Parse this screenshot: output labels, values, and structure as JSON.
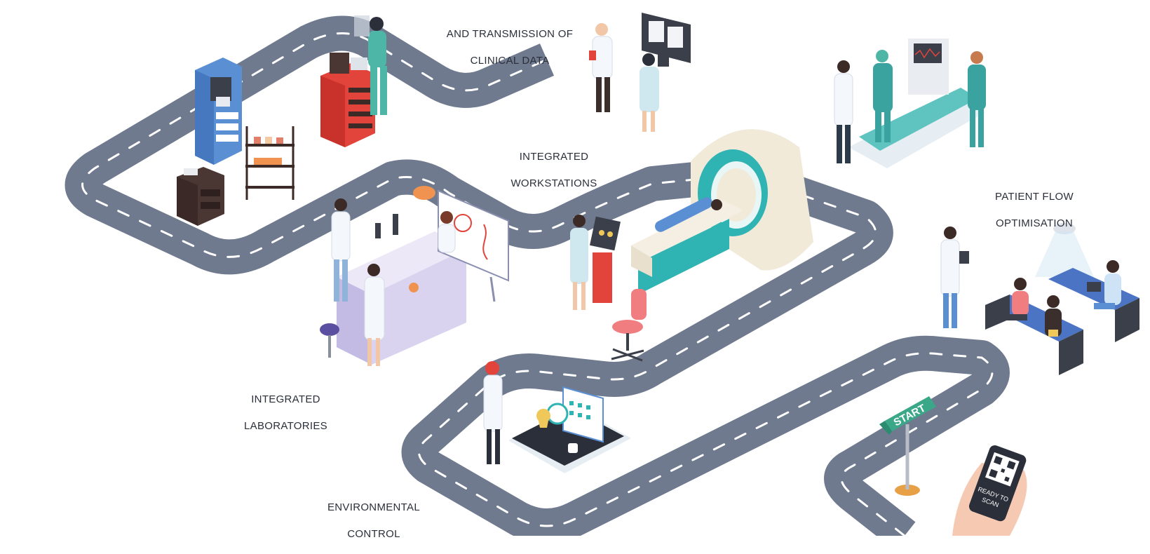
{
  "labels": {
    "transmission": [
      "AND TRANSMISSION OF",
      "CLINICAL DATA"
    ],
    "workstations": [
      "INTEGRATED",
      "WORKSTATIONS"
    ],
    "patient_flow": [
      "PATIENT FLOW",
      "OPTIMISATION"
    ],
    "laboratories": [
      "INTEGRATED",
      "LABORATORIES"
    ],
    "environmental": [
      "ENVIRONMENTAL",
      "CONTROL"
    ]
  },
  "signpost": {
    "text": "START"
  },
  "phone": {
    "line1": "READY TO",
    "line2": "SCAN"
  },
  "colors": {
    "road": "#6f7a8e",
    "road_dash": "#ffffff",
    "teal": "#2fb3b3",
    "scrub": "#4db6a6",
    "coat": "#f4f7fb",
    "red_cart": "#e2443c",
    "blue_cabinet": "#5b8fd3",
    "lab_bench": "#d9d3ef",
    "mri_shell": "#f1ead9",
    "seat_blue": "#4b74c4",
    "sign_green": "#3aa888"
  }
}
